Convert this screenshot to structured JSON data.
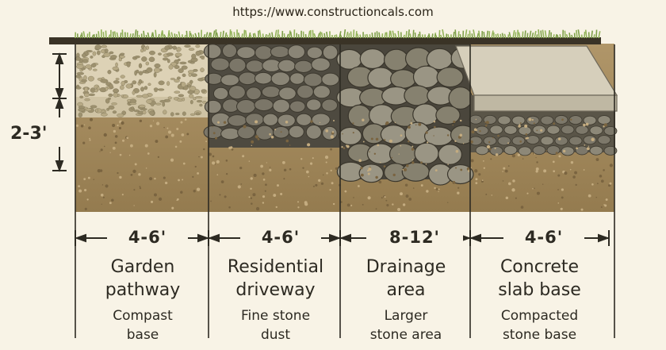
{
  "url": "https://www.constructioncals.com",
  "depth": "2-3'",
  "columns": [
    {
      "width": "4-6'",
      "title_line1": "Garden",
      "title_line2": "pathway",
      "desc_line1": "Compast",
      "desc_line2": "base",
      "fill": "gravel"
    },
    {
      "width": "4-6'",
      "title_line1": "Residential",
      "title_line2": "driveway",
      "desc_line1": "Fine stone",
      "desc_line2": "dust",
      "fill": "stone"
    },
    {
      "width": "8-12'",
      "title_line1": "Drainage",
      "title_line2": "area",
      "desc_line1": "Larger",
      "desc_line2": "stone area",
      "fill": "rock"
    },
    {
      "width": "4-6'",
      "title_line1": "Concrete",
      "title_line2": "slab base",
      "desc_line1": "Compacted",
      "desc_line2": "stone base",
      "fill": "slab"
    }
  ],
  "colors": {
    "soil": "#a58b5e",
    "soil_dark": "#8c7349",
    "grass": "#7fa04a",
    "rock": "#6e6a5e",
    "gravel": "#d8cdb0",
    "slab": "#c9c2ae",
    "ink": "#2d2a22",
    "background": "#f8f3e6"
  }
}
